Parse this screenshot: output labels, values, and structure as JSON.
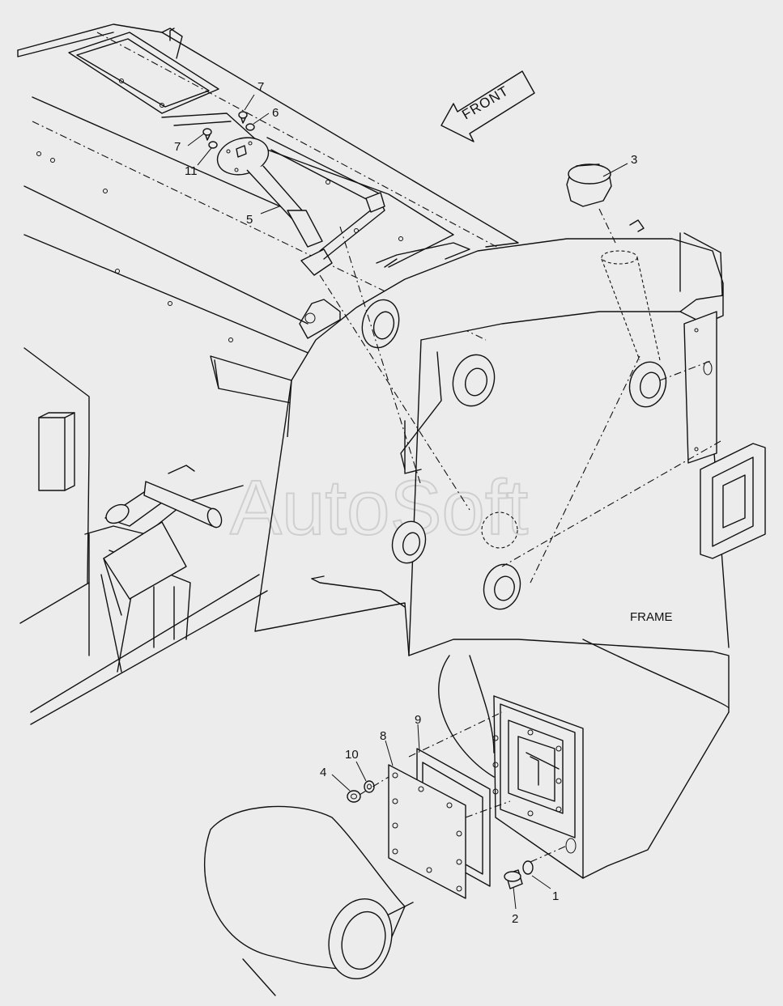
{
  "diagram": {
    "watermark": "AutoSoft",
    "front_label": "FRONT",
    "frame_label": "FRAME",
    "callouts": [
      {
        "id": "c1",
        "text": "1"
      },
      {
        "id": "c2",
        "text": "2"
      },
      {
        "id": "c3",
        "text": "3"
      },
      {
        "id": "c4",
        "text": "4"
      },
      {
        "id": "c5",
        "text": "5"
      },
      {
        "id": "c6",
        "text": "6"
      },
      {
        "id": "c7a",
        "text": "7"
      },
      {
        "id": "c7b",
        "text": "7"
      },
      {
        "id": "c8",
        "text": "8"
      },
      {
        "id": "c9",
        "text": "9"
      },
      {
        "id": "c10",
        "text": "10"
      },
      {
        "id": "c11",
        "text": "11"
      }
    ]
  }
}
